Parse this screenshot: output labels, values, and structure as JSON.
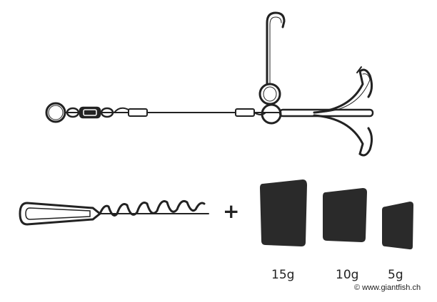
{
  "weights": [
    {
      "label": "15g"
    },
    {
      "label": "10g"
    },
    {
      "label": "5g"
    }
  ],
  "plus_sign": "+",
  "copyright": "© www.giantfish.ch",
  "colors": {
    "ink": "#222222",
    "weight_fill": "#2a2a2a"
  }
}
